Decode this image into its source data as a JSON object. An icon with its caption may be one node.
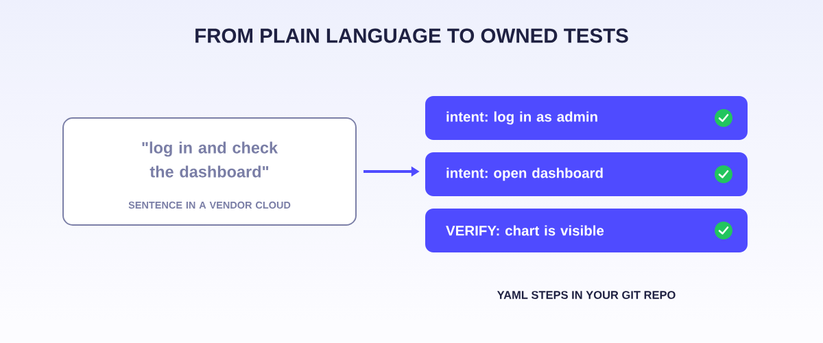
{
  "diagram": {
    "title": "FROM PLAIN LANGUAGE TO OWNED TESTS",
    "nodes": [
      {
        "text": [
          "\"log in and check the dashboard\"",
          "SENTENCE IN A VENDOR CLOUD"
        ]
      },
      {
        "text": [
          "intent: log in as admin"
        ]
      },
      {
        "text": [
          "intent: open dashboard"
        ]
      },
      {
        "text": [
          "VERIFY: chart is visible"
        ]
      }
    ],
    "edges": [
      {
        "from": 0,
        "to": 2,
        "arrow": "to"
      }
    ],
    "labels": [
      "YAML STEPS IN YOUR GIT REPO"
    ]
  }
}
